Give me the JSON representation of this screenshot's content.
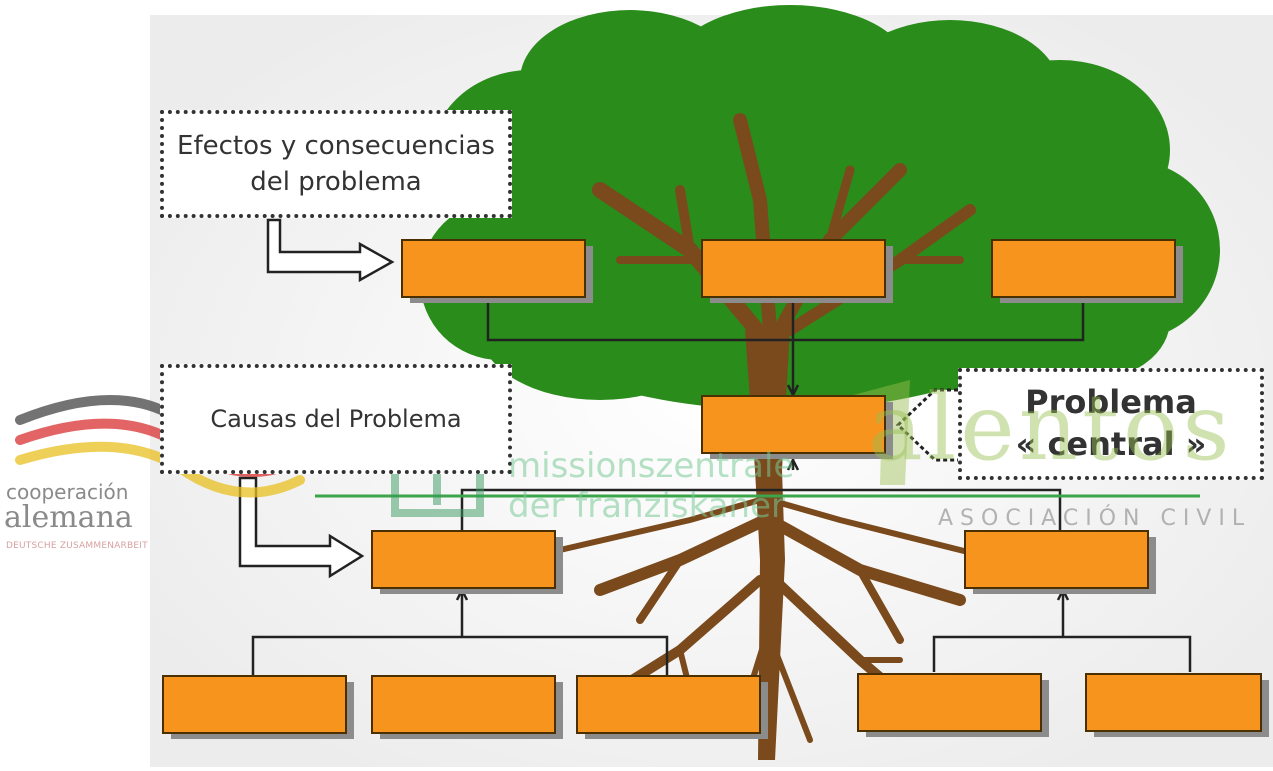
{
  "diagram": {
    "effects_label": [
      "Efectos y consecuencias",
      "del problema"
    ],
    "causes_label": "Causas del Problema",
    "central_label": [
      "Problema",
      "« central »"
    ]
  },
  "watermarks": {
    "cooperacion_line1": "cooperación",
    "cooperacion_line2": "alemana",
    "cooperacion_line3": "DEUTSCHE ZUSAMMENARBEIT",
    "missionszentrale_line1": "missionszentrale",
    "missionszentrale_line2": "der franziskaner",
    "talentos_line1": "alentos",
    "talentos_line2": "ASOCIACIÓN CIVIL"
  },
  "colors": {
    "box_fill": "#f7941e",
    "box_border": "#4a3000",
    "box_shadow": "#8c8c8c",
    "foliage": "#2a8c1a",
    "trunk": "#7a4a1c",
    "connector": "#222222",
    "watermark_green": "#78c896"
  }
}
